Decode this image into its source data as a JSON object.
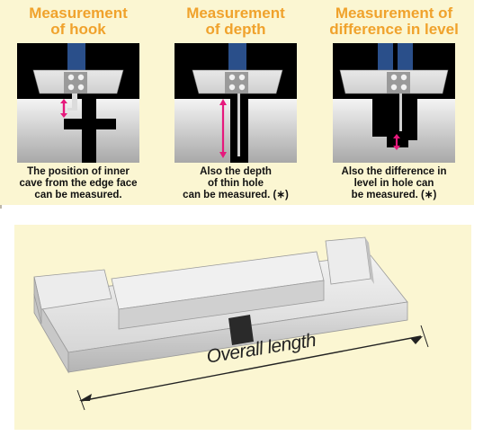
{
  "measurements": [
    {
      "title": "Measurement\nof hook",
      "caption": "The position of inner\ncave from the edge face\ncan be measured."
    },
    {
      "title": "Measurement\nof depth",
      "caption": "Also the depth\nof thin hole\ncan be measured. (∗)"
    },
    {
      "title": "Measurement of\ndifference in level",
      "caption": "Also the difference in\nlevel in hole can\nbe measured. (∗)"
    }
  ],
  "workpiece": {
    "label": "Overall length"
  },
  "colors": {
    "panel_bg": "#fbf6d2",
    "title_orange": "#f0a22c",
    "arrow_magenta": "#e6197c"
  }
}
